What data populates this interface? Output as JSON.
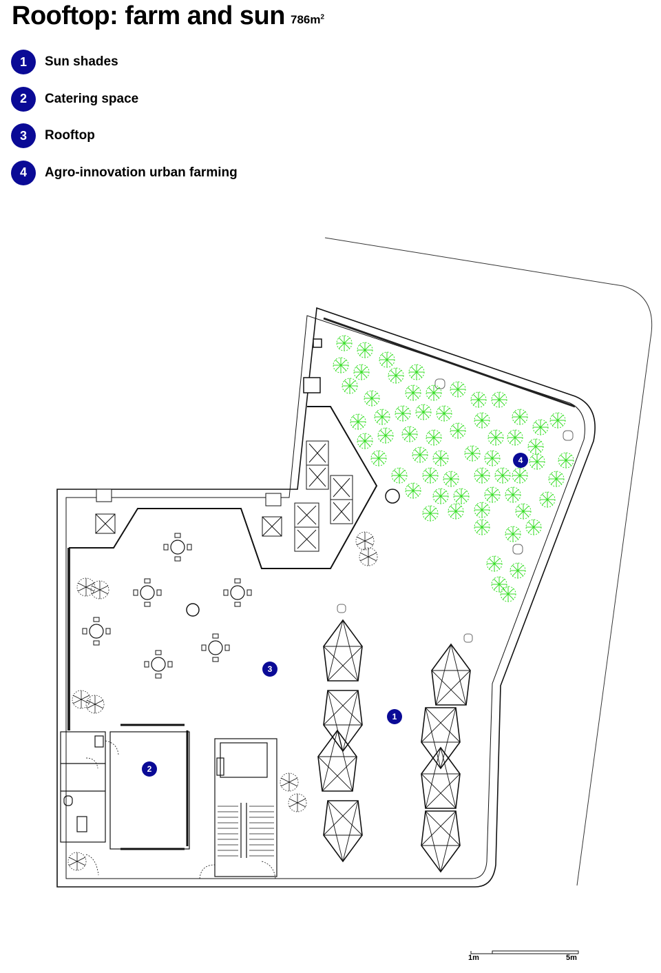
{
  "header": {
    "title": "Rooftop: farm and sun",
    "area_value": "786m",
    "area_sup": "2"
  },
  "legend": [
    {
      "num": "1",
      "label": "Sun shades"
    },
    {
      "num": "2",
      "label": "Catering space"
    },
    {
      "num": "3",
      "label": "Rooftop"
    },
    {
      "num": "4",
      "label": "Agro-innovation urban farming"
    }
  ],
  "plan_markers": {
    "m1": "1",
    "m2": "2",
    "m3": "3",
    "m4": "4"
  },
  "scale": {
    "start": "1m",
    "end": "5m"
  },
  "colors": {
    "badge": "#0a0a96",
    "plants": "#33dd22",
    "lines": "#111111"
  }
}
